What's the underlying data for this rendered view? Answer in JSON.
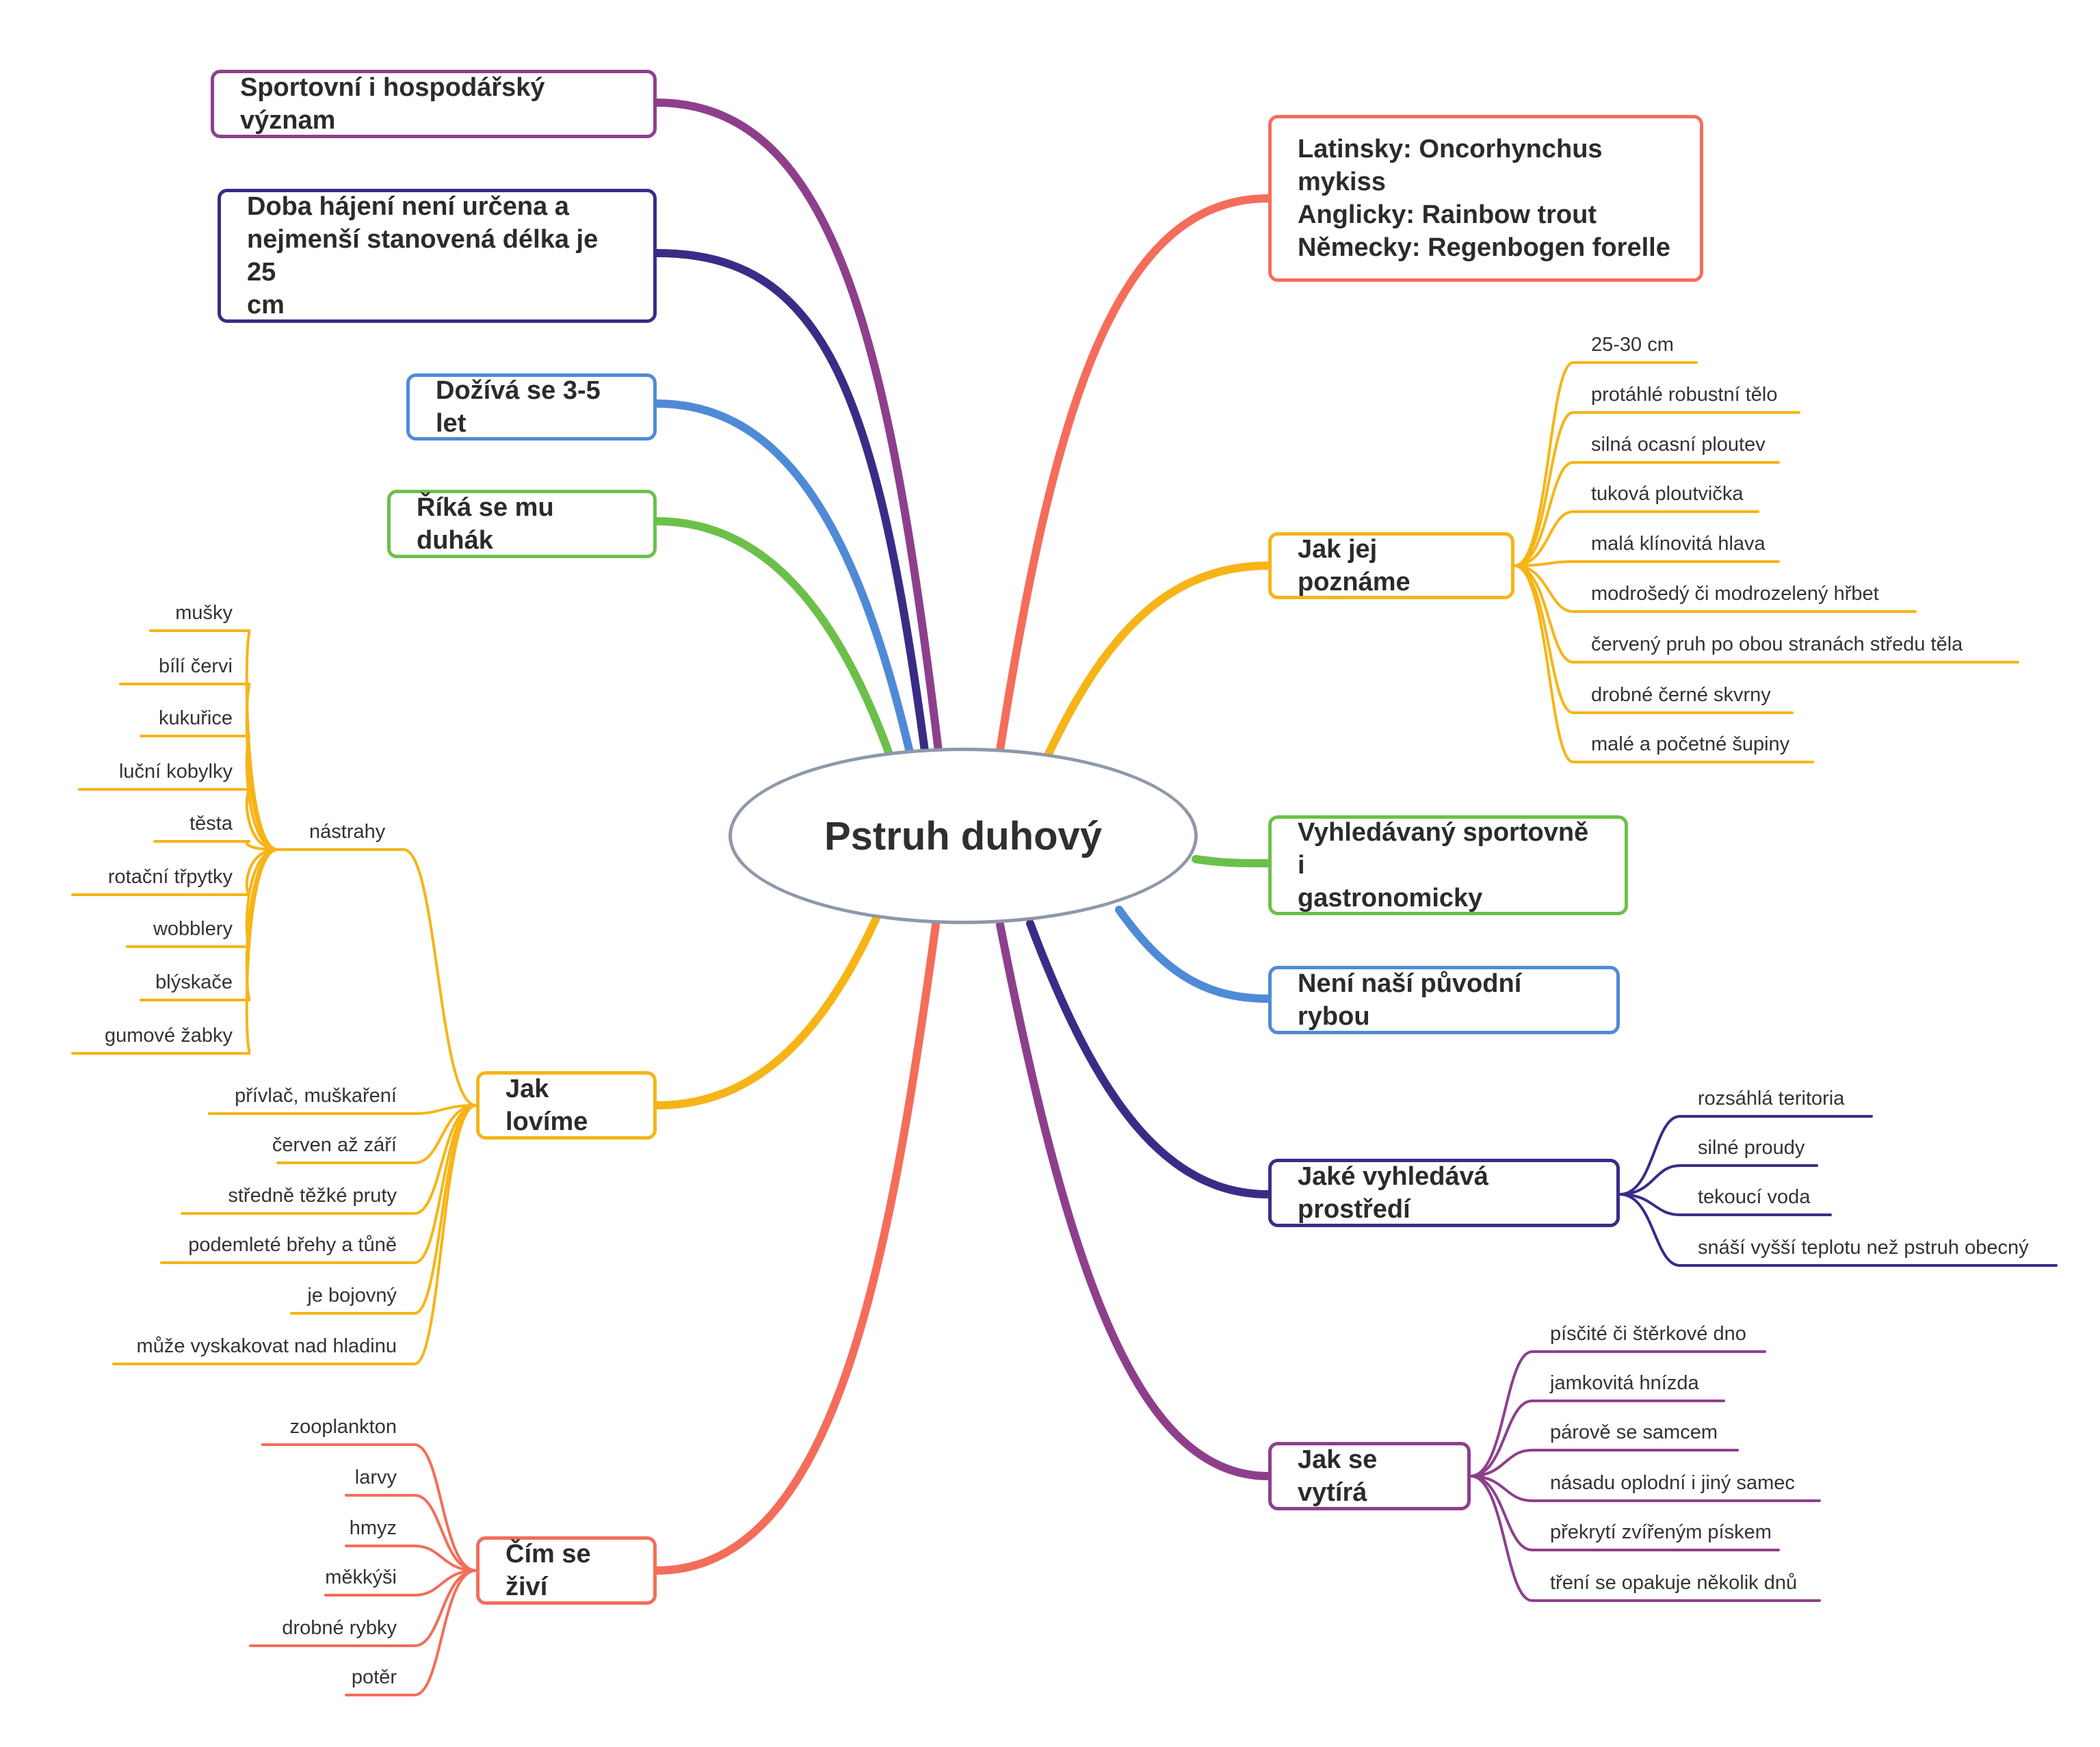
{
  "title": "Pstruh duhový",
  "colors": {
    "purple": "#8e3f8c",
    "indigo": "#3a2c86",
    "blue": "#4f8ad7",
    "green": "#6cc04a",
    "orange": "#f6b417",
    "red": "#f46d5a",
    "center_border": "#8e98a8"
  },
  "topics": {
    "sportovni": "Sportovní i hospodářský význam",
    "doba": "Doba hájení není určena a\nnejmenší stanovená délka je 25\ncm",
    "doziva": "Dožívá se 3-5 let",
    "rika": "Říká se mu duhák",
    "latinsky": "Latinsky: Oncorhynchus mykiss\nAnglicky: Rainbow trout\nNěmecky: Regenbogen forelle",
    "poznate": "Jak jej poznáme",
    "vyhledavany": "Vyhledávaný sportovně i\ngastronomicky",
    "neni": "Není naší původní rybou",
    "prostredi": "Jaké vyhledává prostředí",
    "vytira": "Jak se vytírá",
    "lovime": "Jak lovíme",
    "zivi": "Čím se živí"
  },
  "branches": {
    "poznate": [
      "25-30 cm",
      "protáhlé robustní tělo",
      "silná ocasní ploutev",
      "tuková ploutvička",
      "malá klínovitá hlava",
      "modrošedý či modrozelený hřbet",
      "červený pruh po obou stranách středu těla",
      "drobné černé skvrny",
      "malé a početné šupiny"
    ],
    "prostredi": [
      "rozsáhlá teritoria",
      "silné proudy",
      "tekoucí voda",
      "snáší vyšší teplotu než pstruh obecný"
    ],
    "vytira": [
      "písčité či štěrkové dno",
      "jamkovitá hnízda",
      "párově se samcem",
      "násadu oplodní i jiný samec",
      "překrytí zvířeným pískem",
      "tření se opakuje několik dnů"
    ],
    "lovime": [
      "nástrahy",
      "přívlač, muškaření",
      "červen až září",
      "středně těžké pruty",
      "podemleté břehy a tůně",
      "je bojovný",
      "může vyskakovat nad hladinu"
    ],
    "nastrahy": [
      "mušky",
      "bílí červi",
      "kukuřice",
      "luční kobylky",
      "těsta",
      "rotační třpytky",
      "wobblery",
      "blýskače",
      "gumové žabky"
    ],
    "zivi": [
      "zooplankton",
      "larvy",
      "hmyz",
      "měkkýši",
      "drobné rybky",
      "potěr"
    ]
  }
}
